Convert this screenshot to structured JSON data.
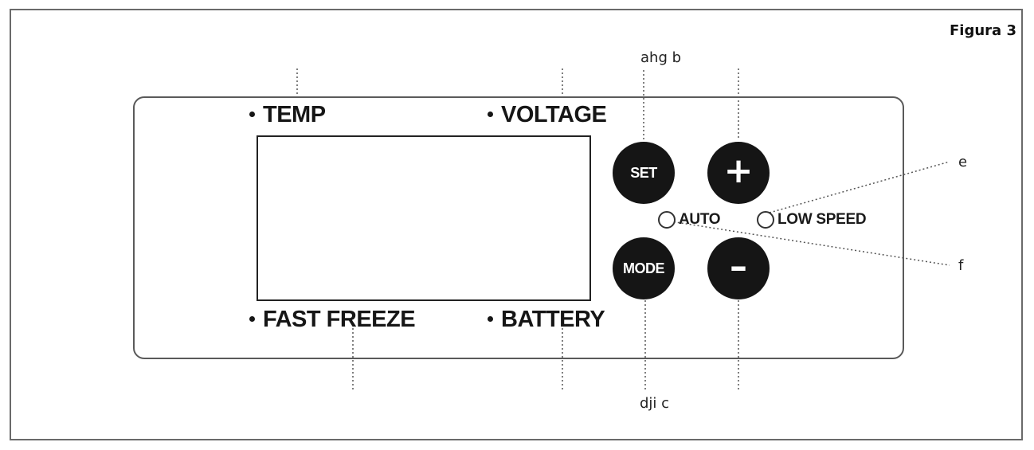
{
  "figure_label": "Figura 3",
  "indicators": {
    "temp": "TEMP",
    "voltage": "VOLTAGE",
    "fast_freeze": "FAST FREEZE",
    "battery": "BATTERY"
  },
  "buttons": {
    "set": "SET",
    "mode": "MODE",
    "plus": "+",
    "minus": "–"
  },
  "leds": {
    "auto": "AUTO",
    "low_speed": "LOW SPEED"
  },
  "callouts": {
    "top": "ahg b",
    "bottom": "dji c",
    "e": "e",
    "f": "f"
  },
  "colors": {
    "button_fill": "#151515",
    "line": "#555555"
  }
}
